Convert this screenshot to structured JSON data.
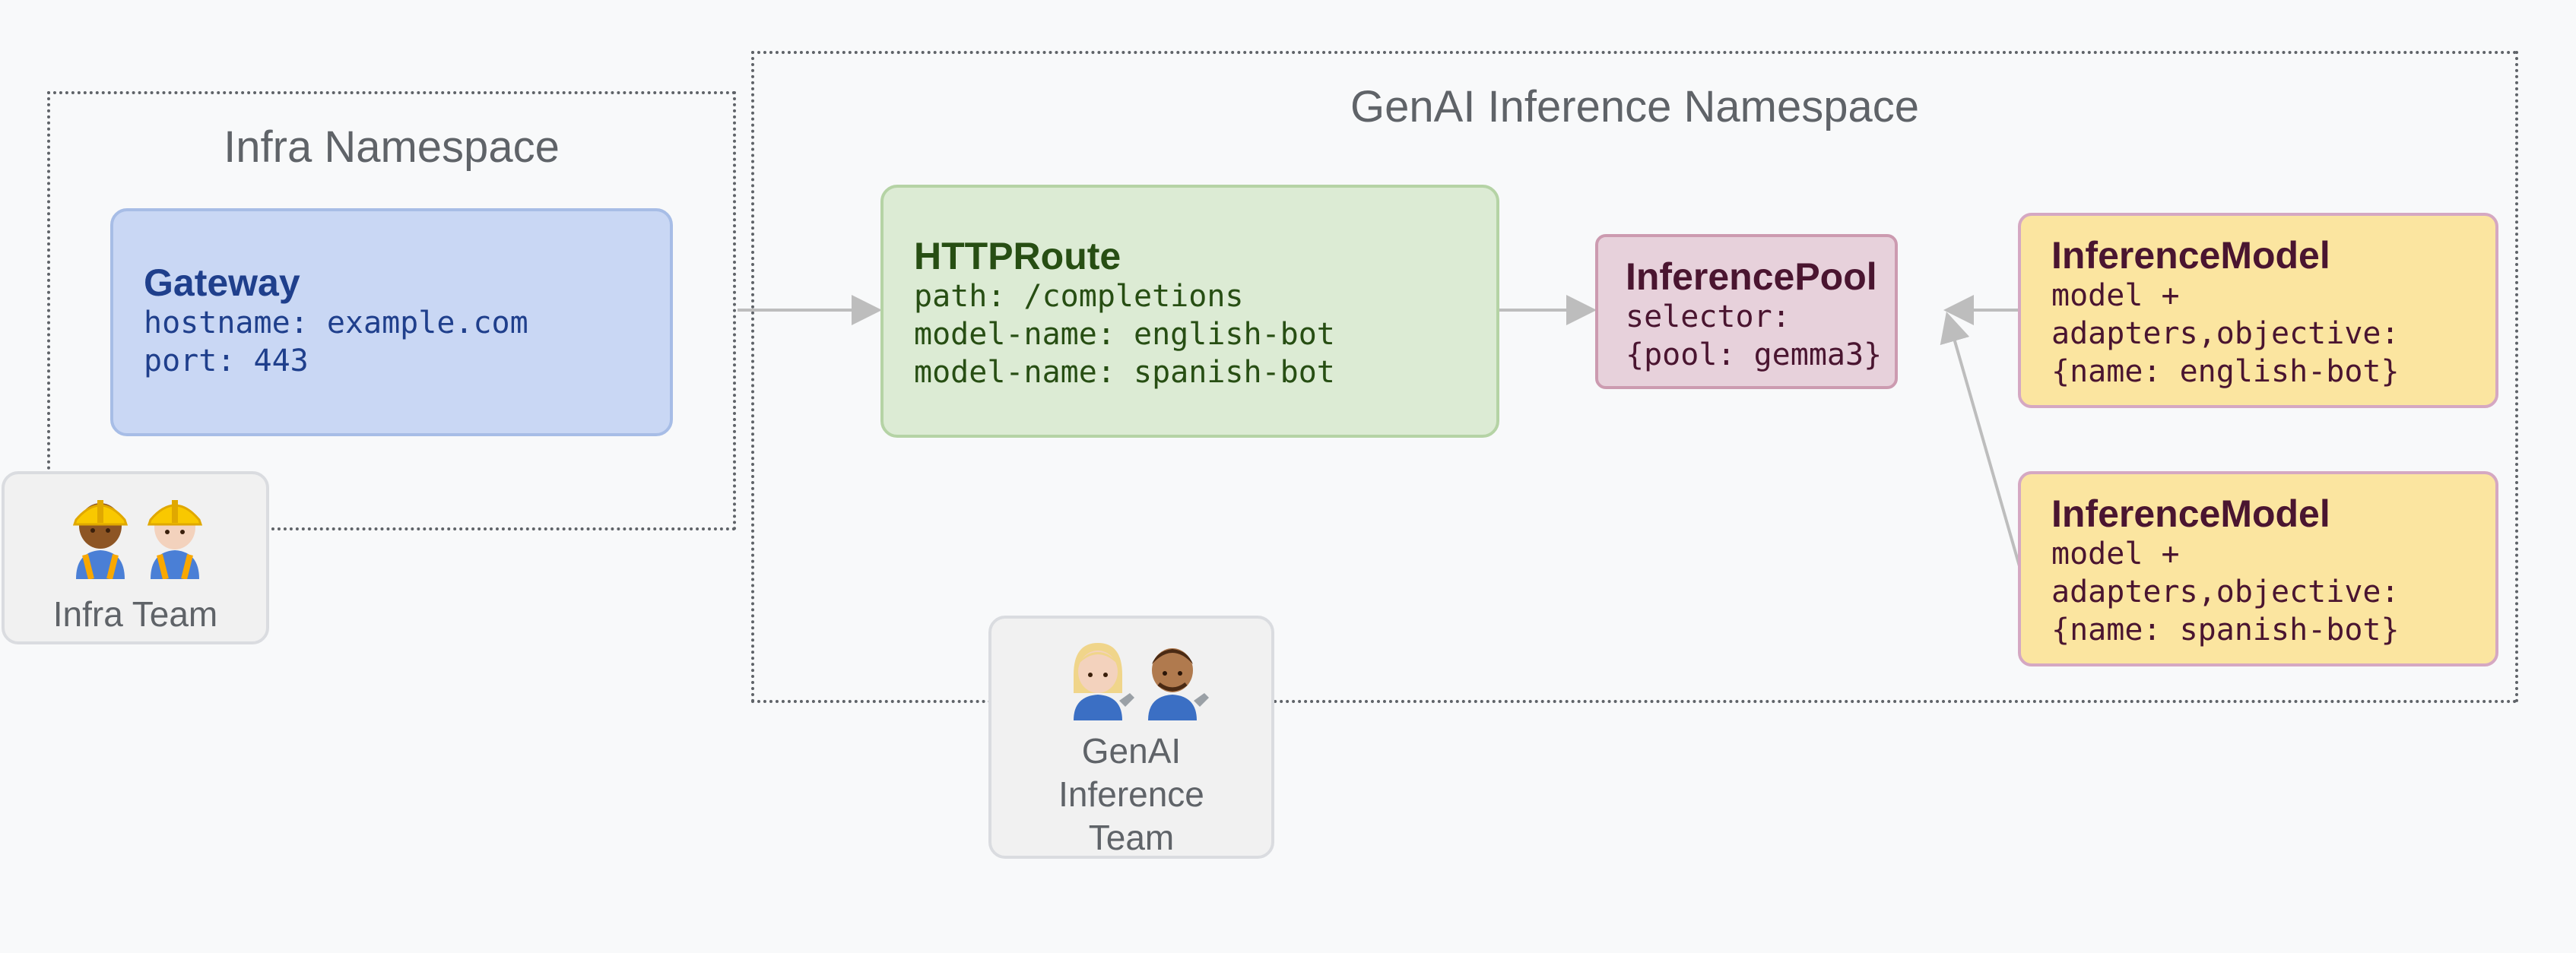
{
  "infra_namespace": {
    "title": "Infra Namespace"
  },
  "genai_namespace": {
    "title": "GenAI Inference Namespace"
  },
  "gateway": {
    "title": "Gateway",
    "lines": [
      "hostname: example.com",
      "port: 443"
    ]
  },
  "httproute": {
    "title": "HTTPRoute",
    "lines": [
      "path: /completions",
      "model-name: english-bot",
      "model-name: spanish-bot"
    ]
  },
  "inference_pool": {
    "title": "InferencePool",
    "lines": [
      "selector:",
      "{pool: gemma3}"
    ]
  },
  "inference_model_english": {
    "title": "InferenceModel",
    "lines": [
      "model +",
      "adapters,objective:",
      "{name: english-bot}"
    ]
  },
  "inference_model_spanish": {
    "title": "InferenceModel",
    "lines": [
      "model +",
      "adapters,objective:",
      "{name: spanish-bot}"
    ]
  },
  "infra_team": {
    "label": "Infra Team",
    "icons": [
      "construction-worker-woman-icon",
      "construction-worker-man-icon"
    ]
  },
  "genai_team": {
    "label_lines": [
      "GenAI",
      "Inference",
      "Team"
    ],
    "icons": [
      "mechanic-woman-icon",
      "mechanic-man-icon"
    ]
  },
  "colors": {
    "gateway_bg": "#c9d7f4",
    "gateway_border": "#a7bde6",
    "gateway_text": "#1f3f8c",
    "httproute_bg": "#dcebd4",
    "httproute_border": "#b5d3a5",
    "httproute_text": "#274e13",
    "pool_bg": "#e7d1db",
    "pool_border": "#cc9bb0",
    "pool_text": "#4a1530",
    "model_bg": "#fbe5a0",
    "model_border": "#d5a8c2",
    "model_text": "#4a1530",
    "arrow": "#bdbdbd"
  }
}
